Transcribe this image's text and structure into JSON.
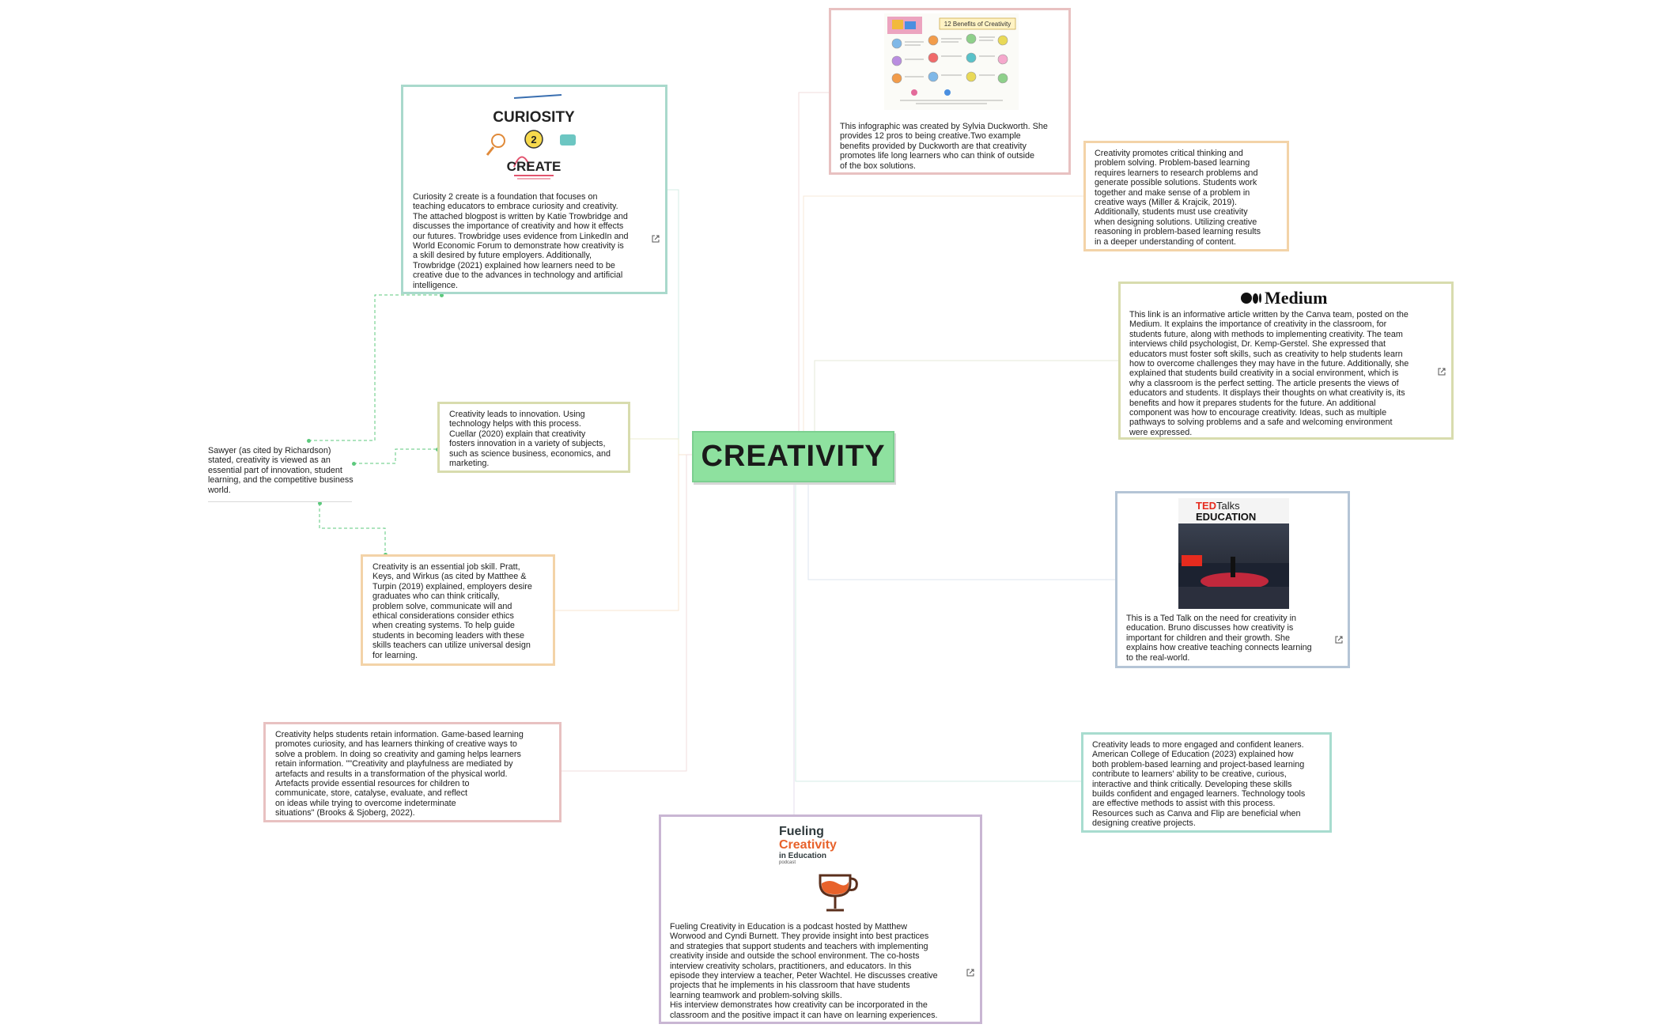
{
  "center": {
    "title": "CREATIVITY"
  },
  "floating_note": {
    "text": "Sawyer (as cited by Richardson) stated, creativity is viewed as an essential part of innovation, student learning, and the competitive business world."
  },
  "cards": {
    "curiosity": {
      "logo_line1": "CURIOSITY",
      "logo_mid": "2",
      "logo_line2": "CREATE",
      "text": "Curiosity 2 create is a foundation that focuses on\nteaching educators to embrace curiosity and creativity.\nThe attached blogpost is written by Katie Trowbridge and\ndiscusses the importance of creativity and how it effects\nour futures. Trowbridge uses evidence from LinkedIn and\nWorld Economic Forum to demonstrate how creativity is\na skill desired by future employers. Additionally,\nTrowbridge (2021) explained how learners need to be\ncreative due to the advances in technology and artificial\nintelligence."
    },
    "innovation": {
      "text": "Creativity leads to innovation. Using\ntechnology helps with this process.\nCuellar (2020) explain that creativity\nfosters innovation in a variety of subjects,\nsuch as science business, economics, and\nmarketing."
    },
    "job_skill": {
      "text": "Creativity is an essential job skill. Pratt,\nKeys, and Wirkus (as cited by Matthee &\nTurpin (2019) explained, employers desire\ngraduates who can think critically,\nproblem solve, communicate will and\nethical considerations consider ethics\nwhen creating systems. To help guide\nstudents in becoming leaders with these\nskills teachers can utilize universal design\nfor learning."
    },
    "retain": {
      "text": "Creativity helps students retain information. Game-based learning\npromotes curiosity, and has learners thinking of creative ways to\nsolve a problem. In doing so creativity and gaming helps learners\nretain information.  \"\"Creativity and playfulness are mediated by\nartefacts and results in a transformation of the physical world.\nArtefacts provide essential resources for children to\ncommunicate, store, catalyse, evaluate, and reflect\non ideas while trying to overcome indeterminate\nsituations\" (Brooks & Sjoberg, 2022)."
    },
    "infographic": {
      "header": "12 Benefits of Creativity",
      "text": "This infographic was created by Sylvia Duckworth. She\nprovides 12 pros to being creative.Two example\nbenefits provided by Duckworth are that creativity\npromotes life long learners who can think of outside\nof the box solutions."
    },
    "critical": {
      "text": "Creativity promotes critical thinking and\nproblem solving. Problem-based learning\nrequires learners to research problems and\ngenerate possible solutions. Students work\ntogether and make sense of a problem in\ncreative ways (Miller & Krajcik, 2019).\nAdditionally, students must use creativity\nwhen designing solutions. Utilizing creative\nreasoning in problem-based learning results\nin a deeper understanding of content."
    },
    "medium": {
      "logo": "Medium",
      "text": "This link is an informative article written by the Canva team, posted on the\nMedium. It explains the importance of creativity in the classroom, for\nstudents future, along with methods to implementing creativity. The team\ninterviews child psychologist, Dr. Kemp-Gerstel. She expressed that\neducators must foster soft skills, such as creativity to help students learn\nhow to overcome challenges they may have in the future. Additionally, she\nexplained that students build creativity in a social environment, which is\nwhy a classroom is the perfect setting. The article presents the views of\neducators and students. It displays their thoughts on what creativity is, its\nbenefits and how it prepares students for the future. An additional\ncomponent was how to encourage creativity. Ideas, such as multiple\npathways to solving problems and a safe and welcoming environment\nwere expressed."
    },
    "ted": {
      "logo_ted": "TED",
      "logo_talks": "Talks",
      "logo_edu": "EDUCATION",
      "text": "This is a Ted Talk on the need for creativity in\neducation. Bruno discusses how creativity is\nimportant for children and their growth. She\nexplains how creative teaching connects learning\nto the real-world."
    },
    "engaged": {
      "text": "Creativity leads to more engaged and confident leaners.\nAmerican College of Education (2023) explained how\nboth problem-based learning and project-based learning\ncontribute to learners' ability to be creative, curious,\ninteractive and think critically. Developing these skills\nbuilds confident and engaged learners. Technology tools\nare effective methods to assist with this process.\nResources such as Canva and Flip are beneficial when\ndesigning creative projects."
    },
    "podcast": {
      "logo_line1": "Fueling",
      "logo_line2": "Creativity",
      "logo_line3": "in Education",
      "logo_line4": "podcast",
      "text": "Fueling Creativity in Education is a podcast hosted by Matthew\nWorwood and Cyndi Burnett. They provide insight into best practices\nand strategies that support students and teachers with implementing\ncreativity inside and outside the school environment. The co-hosts\ninterview creativity scholars, practitioners, and educators. In this\nepisode they interview a teacher, Peter Wachtel. He discusses creative\nprojects that he implements in his classroom that have students\nlearning teamwork and problem-solving skills.\nHis interview demonstrates how creativity can be incorporated in the\nclassroom and the positive impact it can have on learning experiences."
    }
  },
  "colors": {
    "center_fill": "#8ee19f",
    "teal_border": "#a9d9cc",
    "olive_border": "#d8dcae",
    "orange_border": "#f3d3a8",
    "pink_border": "#e8c1c1",
    "blue_border": "#b5c5d6",
    "purple_border": "#c9b6d3",
    "mint_border": "#a8dccf",
    "connector_green": "#5cc97d"
  }
}
